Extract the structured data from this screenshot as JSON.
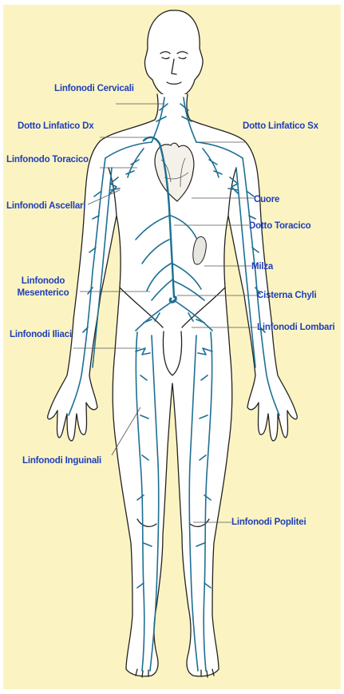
{
  "figure": {
    "labels": {
      "linfonodi_cervicali": "Linfonodi Cervicali",
      "dotto_linfatico_dx": "Dotto Linfatico Dx",
      "dotto_linfatico_sx": "Dotto Linfatico Sx",
      "linfonodo_toracico": "Linfonodo Toracico",
      "linfonodi_ascellari": "Linfonodi Ascellari",
      "cuore": "Cuore",
      "dotto_toracico": "Dotto Toracico",
      "milza": "Milza",
      "linfonodo_mesenterico_line1": "Linfonodo",
      "linfonodo_mesenterico_line2": "Mesenterico",
      "cisterna_chyli": "Cisterna Chyli",
      "linfonodi_iliaci": "Linfonodi Iliaci",
      "linfonodi_lombari": "Linfonodi Lombari",
      "linfonodi_inguinali": "Linfonodi Inguinali",
      "linfonodi_poplitei": "Linfonodi Poplitei"
    },
    "colors": {
      "background": "#fbf4c2",
      "label_text": "#1f3fb8",
      "vessel": "#1d6f93",
      "outline": "#222222",
      "leader": "#555555"
    }
  }
}
